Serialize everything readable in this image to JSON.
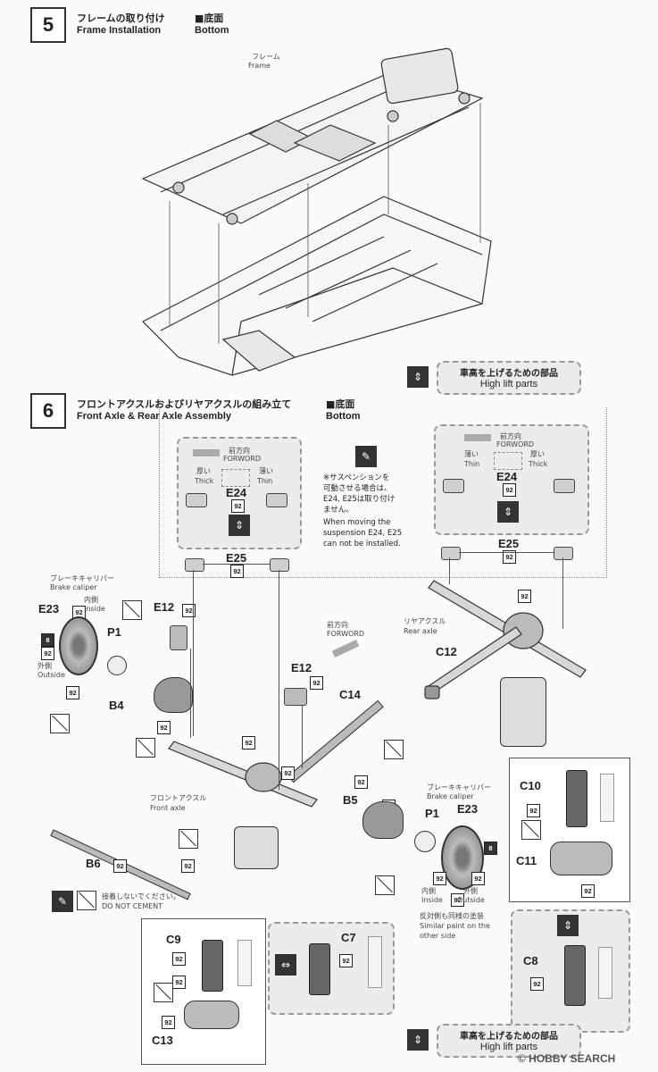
{
  "step5": {
    "number": "5",
    "title_jp": "フレームの取り付け",
    "title_en": "Frame Installation",
    "view_jp": "■底面",
    "view_en": "Bottom",
    "frame_jp": "フレーム",
    "frame_en": "Frame",
    "high_lift_jp": "車高を上げるための部品",
    "high_lift_en": "High lift parts"
  },
  "step6": {
    "number": "6",
    "title_jp": "フロントアクスルおよびリヤアクスルの組み立て",
    "title_en": "Front Axle & Rear Axle Assembly",
    "view_jp": "■底面",
    "view_en": "Bottom",
    "left_box": {
      "forward_jp": "前方向",
      "forward_en": "FORWORD",
      "thick_jp": "厚い",
      "thick_en": "Thick",
      "thin_jp": "薄い",
      "thin_en": "Thin",
      "part": "E24",
      "paint": "92"
    },
    "right_box": {
      "forward_jp": "前方向",
      "forward_en": "FORWORD",
      "thin_jp": "薄い",
      "thin_en": "Thin",
      "thick_jp": "厚い",
      "thick_en": "Thick",
      "part": "E24",
      "paint": "92"
    },
    "note": {
      "jp_1": "※サスペンションを",
      "jp_2": "可動させる場合は、",
      "jp_3": "E24, E25は取り付け",
      "jp_4": "ません。",
      "en_1": "When moving the",
      "en_2": "suspension E24, E25",
      "en_3": "can not be installed."
    },
    "e25_left": "E25",
    "e25_right": "E25",
    "brake_left_jp": "ブレーキキャリパー",
    "brake_left_en": "Brake caliper",
    "inside_jp": "内側",
    "inside_en": "Inside",
    "outside_jp": "外側",
    "outside_en": "Outside",
    "e23": "E23",
    "p1": "P1",
    "b4": "B4",
    "e12": "E12",
    "forward_mid_jp": "前方向",
    "forward_mid_en": "FORWORD",
    "rear_axle_jp": "リヤアクスル",
    "rear_axle_en": "Rear axle",
    "c12": "C12",
    "c14": "C14",
    "front_axle_jp": "フロントアクスル",
    "front_axle_en": "Front axle",
    "b5": "B5",
    "b6": "B6",
    "brake_right_jp": "ブレーキキャリパー",
    "brake_right_en": "Brake caliper",
    "p1_right": "P1",
    "e23_right": "E23",
    "inside_r_jp": "内側",
    "inside_r_en": "Inside",
    "outside_r_jp": "外側",
    "outside_r_en": "Outside",
    "similar_jp": "反対側も同様の塗装",
    "similar_en_1": "Similar paint on the",
    "similar_en_2": "other side",
    "c10": "C10",
    "c11": "C11",
    "do_not_cement_jp": "接着しないでください。",
    "do_not_cement_en": "DO NOT CEMENT",
    "c9": "C9",
    "c13": "C13",
    "c7": "C7",
    "c8": "C8",
    "paint_92": "92",
    "paint_8": "8",
    "high_lift_jp": "車高を上げるための部品",
    "high_lift_en": "High lift parts"
  },
  "watermark": "© HOBBY SEARCH"
}
